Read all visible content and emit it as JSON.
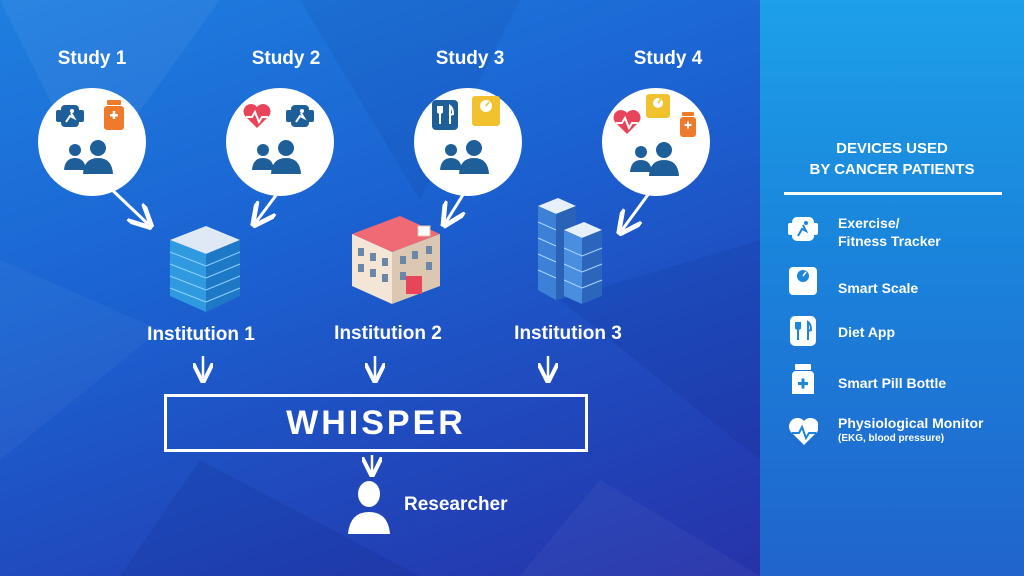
{
  "studies": [
    {
      "label": "Study 1",
      "icons": [
        "fitness-tracker-icon",
        "pill-bottle-icon",
        "people-icon"
      ]
    },
    {
      "label": "Study 2",
      "icons": [
        "heart-monitor-icon",
        "fitness-tracker-icon",
        "people-icon"
      ]
    },
    {
      "label": "Study 3",
      "icons": [
        "diet-app-icon",
        "smart-scale-icon",
        "people-icon"
      ]
    },
    {
      "label": "Study 4",
      "icons": [
        "heart-monitor-icon",
        "smart-scale-icon",
        "pill-bottle-icon",
        "people-icon"
      ]
    }
  ],
  "institutions": [
    {
      "label": "Institution 1",
      "icon": "office-building-icon"
    },
    {
      "label": "Institution 2",
      "icon": "hospital-building-icon"
    },
    {
      "label": "Institution 3",
      "icon": "tower-building-icon"
    }
  ],
  "system": {
    "label": "WHISPER"
  },
  "researcher": {
    "label": "Researcher",
    "icon": "person-icon"
  },
  "legend": {
    "title_line1": "DEVICES USED",
    "title_line2": "BY CANCER PATIENTS",
    "items": [
      {
        "label_line1": "Exercise/",
        "label_line2": "Fitness Tracker",
        "icon": "fitness-tracker-icon"
      },
      {
        "label_line1": "Smart Scale",
        "icon": "smart-scale-icon"
      },
      {
        "label_line1": "Diet App",
        "icon": "diet-app-icon"
      },
      {
        "label_line1": "Smart Pill Bottle",
        "icon": "pill-bottle-icon"
      },
      {
        "label_line1": "Physiological Monitor",
        "sublabel": "(EKG, blood pressure)",
        "icon": "heart-monitor-icon"
      }
    ]
  },
  "colors": {
    "background_start": "#1f7fe0",
    "background_end": "#2a2aa0",
    "sidebar": "#1a86dc",
    "icon_dark_blue": "#1f5f99",
    "icon_red": "#e8445a",
    "icon_orange": "#f07a2c",
    "icon_yellow": "#f2c12e"
  }
}
